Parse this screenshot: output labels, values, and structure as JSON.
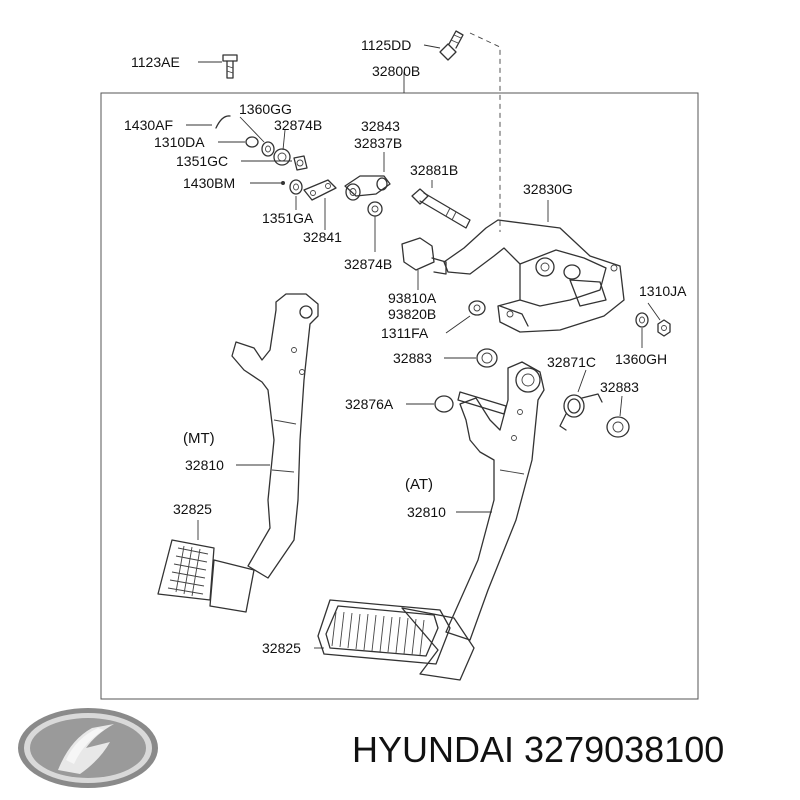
{
  "labels": {
    "l1123AE": "1123AE",
    "l1125DD": "1125DD",
    "l32800B": "32800B",
    "l1360GG": "1360GG",
    "l1430AF": "1430AF",
    "l32874B_top": "32874B",
    "l1310DA": "1310DA",
    "l32843": "32843",
    "l32837B": "32837B",
    "l1351GC": "1351GC",
    "l32881B": "32881B",
    "l1430BM": "1430BM",
    "l32830G": "32830G",
    "l1351GA": "1351GA",
    "l32841": "32841",
    "l32874B_bot": "32874B",
    "l93810A": "93810A",
    "l93820B": "93820B",
    "l1310JA": "1310JA",
    "l1311FA": "1311FA",
    "l32883_left": "32883",
    "l32871C": "32871C",
    "l1360GH": "1360GH",
    "l32883_right": "32883",
    "l32876A": "32876A",
    "lMT": "(MT)",
    "l32810_mt": "32810",
    "lAT": "(AT)",
    "l32810_at": "32810",
    "l32825_mt": "32825",
    "l32825_at": "32825"
  },
  "footer": {
    "brand_part": "HYUNDAI 3279038100"
  },
  "icons": {
    "logo": "hyundai-logo-icon"
  }
}
